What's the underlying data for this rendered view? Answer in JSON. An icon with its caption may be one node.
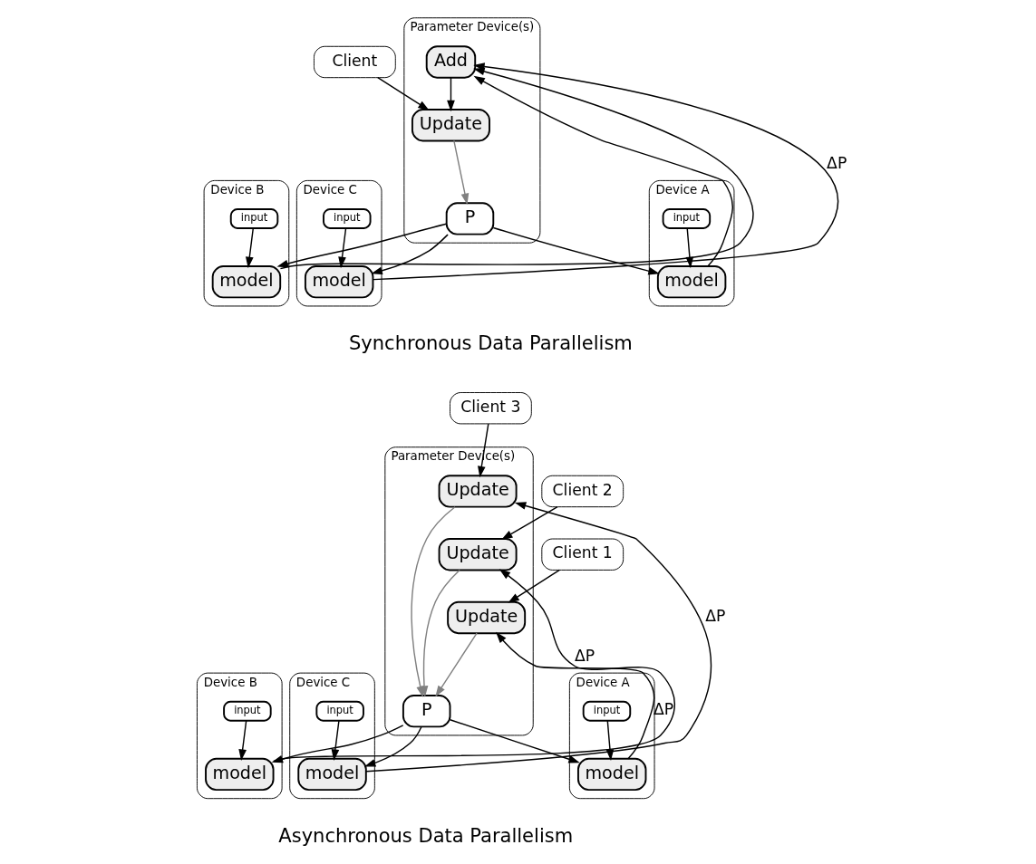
{
  "diagram": {
    "nodes": [
      {
        "text": [
          "Parameter Device(s)"
        ]
      },
      {
        "text": [
          "Add"
        ],
        "in": 0
      },
      {
        "text": [
          "Update"
        ],
        "in": 0
      },
      {
        "text": [
          "P"
        ],
        "in": 0
      },
      {
        "text": [
          "Client"
        ]
      },
      {
        "text": [
          "Device A"
        ]
      },
      {
        "text": [
          "model"
        ],
        "in": 5
      },
      {
        "text": [
          "input"
        ],
        "in": 5
      },
      {
        "text": [
          "Device B"
        ]
      },
      {
        "text": [
          "model"
        ],
        "in": 8
      },
      {
        "text": [
          "input"
        ],
        "in": 8
      },
      {
        "text": [
          "Device C"
        ]
      },
      {
        "text": [
          "model"
        ],
        "in": 11
      },
      {
        "text": [
          "input"
        ],
        "in": 11
      },
      {
        "text": [
          "Parameter Device(s)"
        ]
      },
      {
        "text": [
          "Update"
        ],
        "in": 14
      },
      {
        "text": [
          "Update"
        ],
        "in": 14
      },
      {
        "text": [
          "Update"
        ],
        "in": 14
      },
      {
        "text": [
          "P"
        ],
        "in": 14
      },
      {
        "text": [
          "Client 3"
        ]
      },
      {
        "text": [
          "Client 2"
        ]
      },
      {
        "text": [
          "Client 1"
        ]
      },
      {
        "text": [
          "Device A"
        ]
      },
      {
        "text": [
          "model"
        ],
        "in": 22
      },
      {
        "text": [
          "input"
        ],
        "in": 22
      },
      {
        "text": [
          "Device B"
        ]
      },
      {
        "text": [
          "model"
        ],
        "in": 25
      },
      {
        "text": [
          "input"
        ],
        "in": 25
      },
      {
        "text": [
          "Device C"
        ]
      },
      {
        "text": [
          "model"
        ],
        "in": 28
      },
      {
        "text": [
          "input"
        ],
        "in": 28
      }
    ],
    "edges": [
      {
        "from": 1,
        "to": 2,
        "arrow": "to"
      },
      {
        "from": 4,
        "to": 2,
        "arrow": "to"
      },
      {
        "from": 2,
        "to": 3,
        "arrow": "to",
        "color": "#808080"
      },
      {
        "from": 3,
        "to": 6,
        "arrow": "to"
      },
      {
        "from": 3,
        "to": 9,
        "arrow": "to"
      },
      {
        "from": 3,
        "to": 12,
        "arrow": "to"
      },
      {
        "from": 7,
        "to": 6,
        "arrow": "to"
      },
      {
        "from": 10,
        "to": 9,
        "arrow": "to"
      },
      {
        "from": 13,
        "to": 12,
        "arrow": "to"
      },
      {
        "from": 6,
        "to": 1,
        "arrow": "to"
      },
      {
        "from": 9,
        "to": 1,
        "arrow": "to"
      },
      {
        "from": 12,
        "to": 1,
        "arrow": "to",
        "label": "ΔP"
      },
      {
        "from": 19,
        "to": 15,
        "arrow": "to"
      },
      {
        "from": 20,
        "to": 16,
        "arrow": "to"
      },
      {
        "from": 21,
        "to": 17,
        "arrow": "to"
      },
      {
        "from": 15,
        "to": 18,
        "arrow": "to",
        "color": "#808080"
      },
      {
        "from": 16,
        "to": 18,
        "arrow": "to",
        "color": "#808080"
      },
      {
        "from": 17,
        "to": 18,
        "arrow": "to",
        "color": "#808080"
      },
      {
        "from": 18,
        "to": 23,
        "arrow": "to"
      },
      {
        "from": 18,
        "to": 26,
        "arrow": "to"
      },
      {
        "from": 18,
        "to": 29,
        "arrow": "to"
      },
      {
        "from": 24,
        "to": 23,
        "arrow": "to"
      },
      {
        "from": 27,
        "to": 26,
        "arrow": "to"
      },
      {
        "from": 30,
        "to": 29,
        "arrow": "to"
      },
      {
        "from": 23,
        "to": 17,
        "arrow": "to",
        "label": "ΔP"
      },
      {
        "from": 26,
        "to": 16,
        "arrow": "to",
        "label": "ΔP"
      },
      {
        "from": 29,
        "to": 15,
        "arrow": "to",
        "label": "ΔP"
      }
    ],
    "labels": [
      "Synchronous Data Parallelism",
      "Asynchronous Data Parallelism"
    ]
  }
}
